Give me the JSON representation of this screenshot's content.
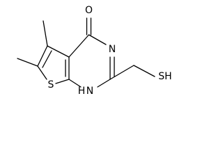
{
  "molecule": {
    "atoms": {
      "oxygen": "O",
      "nitrogen": "N",
      "sulfur_ring": "S",
      "amine": "H",
      "nitrogen_nh": "N",
      "thiol": "SH"
    }
  }
}
